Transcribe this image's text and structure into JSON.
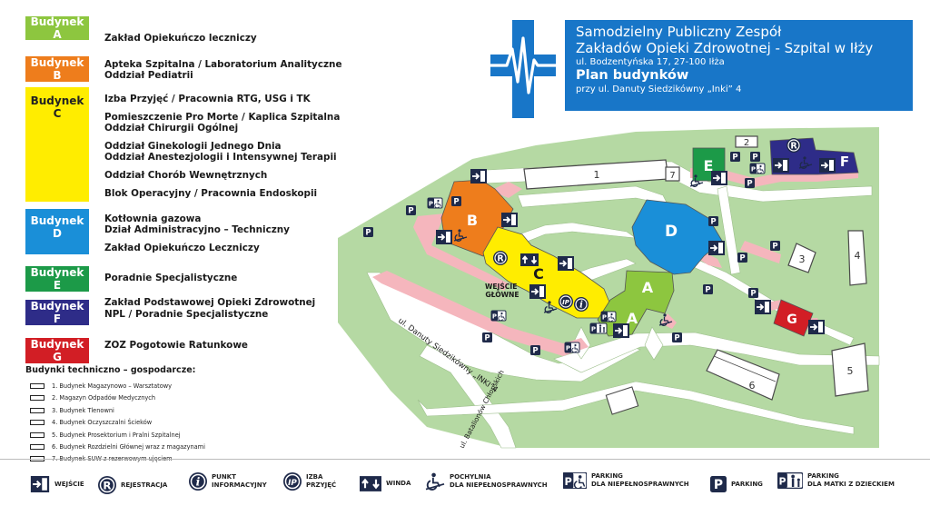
{
  "header": {
    "line1": "Samodzielny Publiczny Zespół",
    "line2": "Zakładów Opieki Zdrowotnej - Szpital w Iłży",
    "address": "ul. Bodzentyńska 17, 27-100 Iłża",
    "plan_title": "Plan budynków",
    "plan_sub": "przy ul. Danuty Siedzikówny „Inki” 4"
  },
  "buildings": [
    {
      "badge": "Budynek A",
      "color": "#8dc63f",
      "lines": [
        "Zakład Opiekuńczo leczniczy"
      ]
    },
    {
      "badge": "Budynek B",
      "color": "#ee7d1c",
      "lines": [
        "Apteka Szpitalna / Laboratorium Analityczne",
        "Oddział Pediatrii"
      ]
    },
    {
      "badge": "Budynek C",
      "color": "#ffed00",
      "lines": [
        "Izba Przyjęć / Pracownia RTG, USG i TK",
        "Pomieszczenie Pro Morte / Kaplica Szpitalna",
        "Oddział Chirurgii Ogólnej",
        "Oddział Ginekologii Jednego Dnia",
        "Oddział Anestezjologii i Intensywnej Terapii",
        "Oddział Chorób Wewnętrznych",
        "Blok Operacyjny / Pracownia Endoskopii"
      ]
    },
    {
      "badge": "Budynek D",
      "color": "#1a8fd8",
      "lines": [
        "Kotłownia gazowa",
        "Dział Administracyjno – Techniczny",
        "Zakład Opiekuńczo Leczniczy"
      ]
    },
    {
      "badge": "Budynek E",
      "color": "#1c9a48",
      "lines": [
        "Poradnie Specjalistyczne"
      ]
    },
    {
      "badge": "Budynek F",
      "color": "#2e2c88",
      "lines": [
        "Zakład Podstawowej Opieki Zdrowotnej",
        "NPL / Poradnie Specjalistyczne"
      ]
    },
    {
      "badge": "Budynek G",
      "color": "#d21e25",
      "lines": [
        "ZOZ Pogotowie Ratunkowe"
      ]
    }
  ],
  "technical": {
    "title": "Budynki techniczno – gospodarcze:",
    "items": [
      "1. Budynek Magazynowo – Warsztatowy",
      "2. Magazyn Odpadów Medycznych",
      "3. Budynek Tlenowni",
      "4. Budynek Oczyszczalni Ścieków",
      "5. Budynek Prosektorium i Pralni Szpitalnej",
      "6. Budynek Rozdzielni Głównej wraz z magazynami",
      "7. Budynek SUW z rezerwowym ujęciem"
    ]
  },
  "map": {
    "letters": {
      "A": "A",
      "B": "B",
      "C": "C",
      "D": "D",
      "E": "E",
      "F": "F",
      "G": "G"
    },
    "numbers": [
      "1",
      "2",
      "3",
      "4",
      "5",
      "6",
      "7"
    ],
    "main_entrance": "WEJŚCIE\nGŁÓWNE",
    "street_inki": "ul. Danuty Siedzikówny „INKI”4",
    "street_chlopskich": "ul. Batalionów Chłopskich",
    "parking_glyph": "P",
    "registration_glyph": "R"
  },
  "legend_bottom": [
    {
      "icon": "entrance-icon",
      "label": "WEJŚCIE"
    },
    {
      "icon": "registration-icon",
      "label": "REJESTRACJA"
    },
    {
      "icon": "info-point-icon",
      "label": "PUNKT\nINFORMACYJNY"
    },
    {
      "icon": "admission-icon",
      "label": "IZBA\nPRZYJĘĆ"
    },
    {
      "icon": "elevator-icon",
      "label": "WINDA"
    },
    {
      "icon": "ramp-icon",
      "label": "POCHYLNIA\nDLA NIEPEŁNOSPRAWNYCH"
    },
    {
      "icon": "disabled-parking-icon",
      "label": "PARKING\nDLA NIEPEŁNOSPRAWNYCH"
    },
    {
      "icon": "parking-icon",
      "label": "PARKING"
    },
    {
      "icon": "family-parking-icon",
      "label": "PARKING\nDLA MATKI Z DZIECKIEM"
    }
  ],
  "colors": {
    "brand_blue": "#1876c8",
    "grass": "#b5d9a3",
    "path": "#f5b6bd",
    "road": "#ffffff",
    "icon_dark": "#1f2a4a"
  }
}
